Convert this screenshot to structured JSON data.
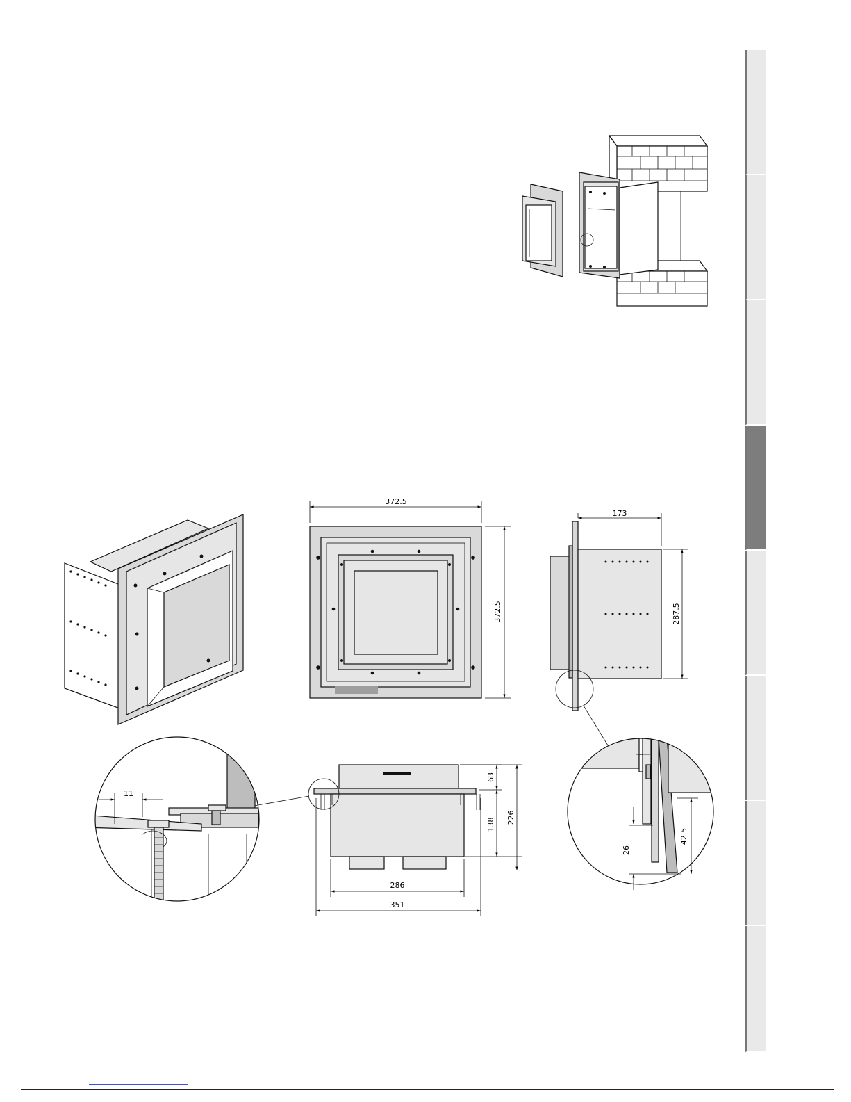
{
  "dimensions": {
    "front_width": "372.5",
    "front_height": "372.5",
    "side_depth": "173",
    "side_height": "287.5",
    "bottom_top_height": "63",
    "bottom_mid_height": "138",
    "bottom_total_height": "226",
    "bottom_inner_width": "286",
    "bottom_outer_width": "351",
    "detail_left_gap": "11",
    "detail_right_small": "26",
    "detail_right_large": "42.5"
  },
  "side_tabs": {
    "count": 8,
    "active_index": 3
  },
  "colors": {
    "tab_inactive": "#e9e9e9",
    "tab_active": "#7d7d7d",
    "link_line": "#3f51d8"
  }
}
